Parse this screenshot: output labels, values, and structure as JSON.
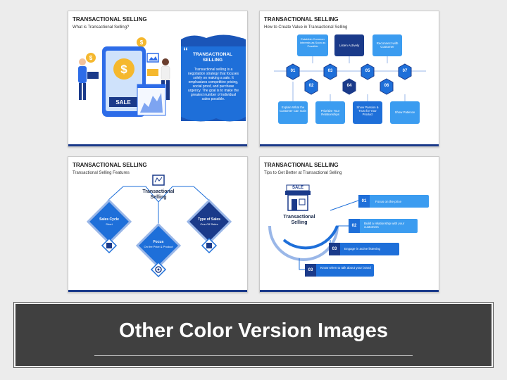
{
  "slides": [
    {
      "title": "TRANSACTIONAL SELLING",
      "subtitle": "What is Transactional Selling?",
      "card_title": "TRANSACTIONAL SELLING",
      "card_body": "Transactional selling is a negotiation strategy that focuses solely on making a sale. It emphasizes competitive pricing, social proof, and purchase urgency. The goal is to make the greatest number of individual sales possible.",
      "sale_label": "SALE",
      "quote_mark": "“"
    },
    {
      "title": "TRANSACTIONAL SELLING",
      "subtitle": "How to Create Value in Transactional Selling",
      "top_boxes": [
        "Establish Common Interests as Soon as Possible",
        "Listen Actively",
        "Reconnect with Customer"
      ],
      "numbers": [
        "01",
        "02",
        "03",
        "04",
        "05",
        "06",
        "07"
      ],
      "bottom_boxes": [
        "Explain What the Customer Can Gain",
        "Prioritize Your Relationships",
        "Show Passion & Trust for Your Product",
        "Show Patience"
      ]
    },
    {
      "title": "TRANSACTIONAL SELLING",
      "subtitle": "Transactional Selling Features",
      "center_label": "Transactional Selling",
      "features": [
        {
          "title": "Sales Cycle",
          "text": "Short"
        },
        {
          "title": "Focus",
          "text": "On the Price & Product"
        },
        {
          "title": "Type of Sales",
          "text": "One-Off Sales"
        }
      ]
    },
    {
      "title": "TRANSACTIONAL SELLING",
      "subtitle": "Tips to Get Better at Transactional Selling",
      "center_label": "Transactional Selling",
      "sale_label": "SALE",
      "tips": [
        {
          "num": "01",
          "text": "Focus on the price"
        },
        {
          "num": "02",
          "text": "Build a relationship with your customers"
        },
        {
          "num": "03",
          "text": "Engage in active listening"
        },
        {
          "num": "03",
          "text": "Know when to talk about your brand"
        }
      ]
    }
  ],
  "banner": {
    "title": "Other Color Version Images"
  },
  "colors": {
    "navy": "#1a3a8a",
    "blue": "#1e6fd9",
    "light_blue": "#3b9cf0",
    "dark_gray": "#404040"
  }
}
